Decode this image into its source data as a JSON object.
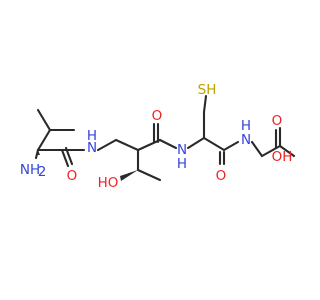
{
  "molecule": {
    "atoms": {
      "amine_n": "NH",
      "amine_h2": "2",
      "o1": "O",
      "n1": "N",
      "n1_h": "H",
      "o2": "O",
      "ho": "HO",
      "n2": "N",
      "n2_h": "H",
      "sh": "SH",
      "o3": "O",
      "n3": "N",
      "n3_h": "H",
      "o4": "O",
      "oh": "OH"
    },
    "colors": {
      "bond": "#2a2a2a",
      "nitrogen": "#3344dd",
      "oxygen": "#ee2222",
      "sulfur": "#b8a300"
    }
  }
}
